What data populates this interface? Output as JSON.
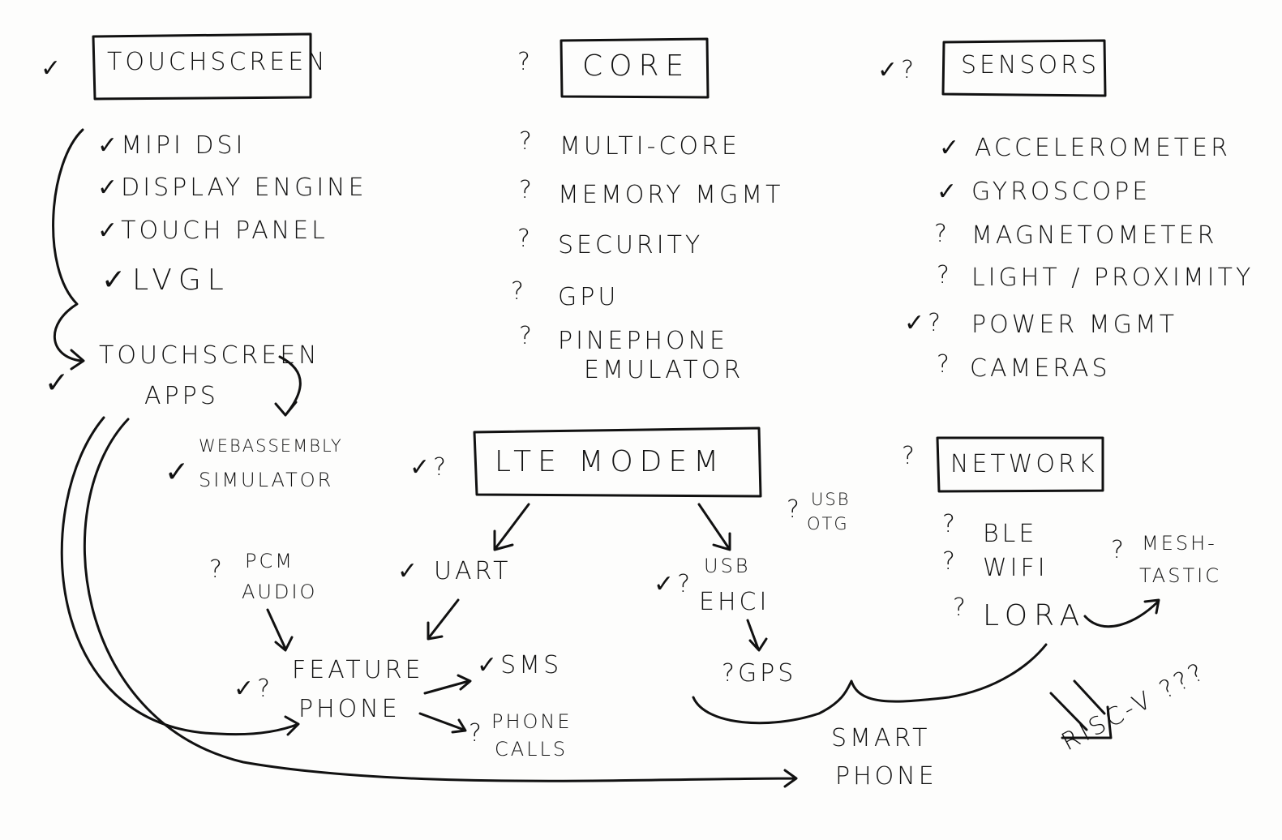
{
  "touchscreen": {
    "mark": "✓",
    "title": "TOUCHSCREEN",
    "items": [
      {
        "mark": "✓",
        "label": "MIPI DSI"
      },
      {
        "mark": "✓",
        "label": "DISPLAY ENGINE"
      },
      {
        "mark": "✓",
        "label": "TOUCH PANEL"
      },
      {
        "mark": "✓",
        "label": "LVGL"
      }
    ],
    "apps": {
      "mark": "✓",
      "line1": "TOUCHSCREEN",
      "line2": "APPS"
    },
    "simulator": {
      "mark": "✓",
      "line1": "WEBASSEMBLY",
      "line2": "SIMULATOR"
    }
  },
  "core": {
    "mark": "?",
    "title": "CORE",
    "items": [
      {
        "mark": "?",
        "label": "MULTI-CORE"
      },
      {
        "mark": "?",
        "label": "MEMORY MGMT"
      },
      {
        "mark": "?",
        "label": "SECURITY"
      },
      {
        "mark": "?",
        "label": "GPU"
      },
      {
        "mark": "?",
        "label": "PINEPHONE",
        "label2": "EMULATOR"
      }
    ]
  },
  "sensors": {
    "mark": "✓?",
    "title": "SENSORS",
    "items": [
      {
        "mark": "✓",
        "label": "ACCELEROMETER"
      },
      {
        "mark": "✓",
        "label": "GYROSCOPE"
      },
      {
        "mark": "?",
        "label": "MAGNETOMETER"
      },
      {
        "mark": "?",
        "label": "LIGHT / PROXIMITY"
      },
      {
        "mark": "✓?",
        "label": "POWER MGMT"
      },
      {
        "mark": "?",
        "label": "CAMERAS"
      }
    ]
  },
  "lte": {
    "mark": "✓?",
    "title": "LTE MODEM",
    "uart": {
      "mark": "✓",
      "label": "UART"
    },
    "usb_ehci": {
      "mark": "✓?",
      "line1": "USB",
      "line2": "EHCI"
    },
    "usb_otg": {
      "mark": "?",
      "line1": "USB",
      "line2": "OTG"
    },
    "gps": {
      "mark": "?",
      "label": "GPS"
    }
  },
  "network": {
    "mark": "?",
    "title": "NETWORK",
    "items": [
      {
        "mark": "?",
        "label": "BLE"
      },
      {
        "mark": "?",
        "label": "WIFI"
      },
      {
        "mark": "?",
        "label": "LORA"
      }
    ],
    "meshtastic": {
      "mark": "?",
      "line1": "MESH-",
      "line2": "TASTIC"
    }
  },
  "audio": {
    "mark": "?",
    "line1": "PCM",
    "line2": "AUDIO"
  },
  "feature_phone": {
    "mark": "✓?",
    "line1": "FEATURE",
    "line2": "PHONE",
    "sms": {
      "mark": "✓",
      "label": "SMS"
    },
    "calls": {
      "mark": "?",
      "line1": "PHONE",
      "line2": "CALLS"
    }
  },
  "smart_phone": {
    "line1": "SMART",
    "line2": "PHONE"
  },
  "riscv": {
    "label": "RISC-V ???"
  }
}
